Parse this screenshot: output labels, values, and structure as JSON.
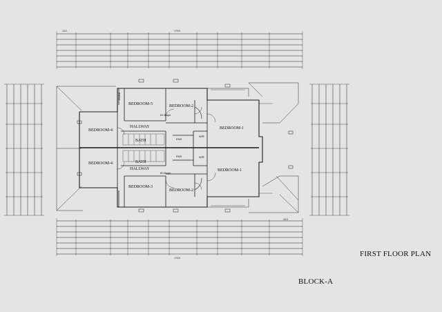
{
  "titles": {
    "floor_plan": "FIRST FLOOR PLAN",
    "block": "BLOCK-A"
  },
  "rooms": {
    "bedroom_5": "BEDROOM-5",
    "bedroom_2_top": "BEDROOM-2",
    "bedroom_1_top": "BEDROOM-1",
    "bedroom_4_top": "BEDROOM-4",
    "bedroom_4_bottom": "BEDROOM-4",
    "bedroom_3": "BEDROOM-3",
    "bedroom_2_bottom": "BEDROOM-2",
    "bedroom_1_bottom": "BEDROOM-1",
    "hallway_top": "HALLWAY",
    "hallway_bottom": "HALLWAY",
    "bath_top": "BATH",
    "bath_bottom": "BATH",
    "wir_top": "W/R",
    "wir_bottom": "W/R",
    "ens_top": "ENS",
    "ens_bottom": "ENS",
    "robe": "ROBE"
  },
  "area_labels": {
    "top": "61.5sqm",
    "bottom": "60.8sqm"
  },
  "dimensions": {
    "overall": "17925",
    "start": "2202",
    "end": "4203"
  },
  "colors": {
    "background": "#e4e4e4",
    "linework": "#1a1a1a"
  }
}
